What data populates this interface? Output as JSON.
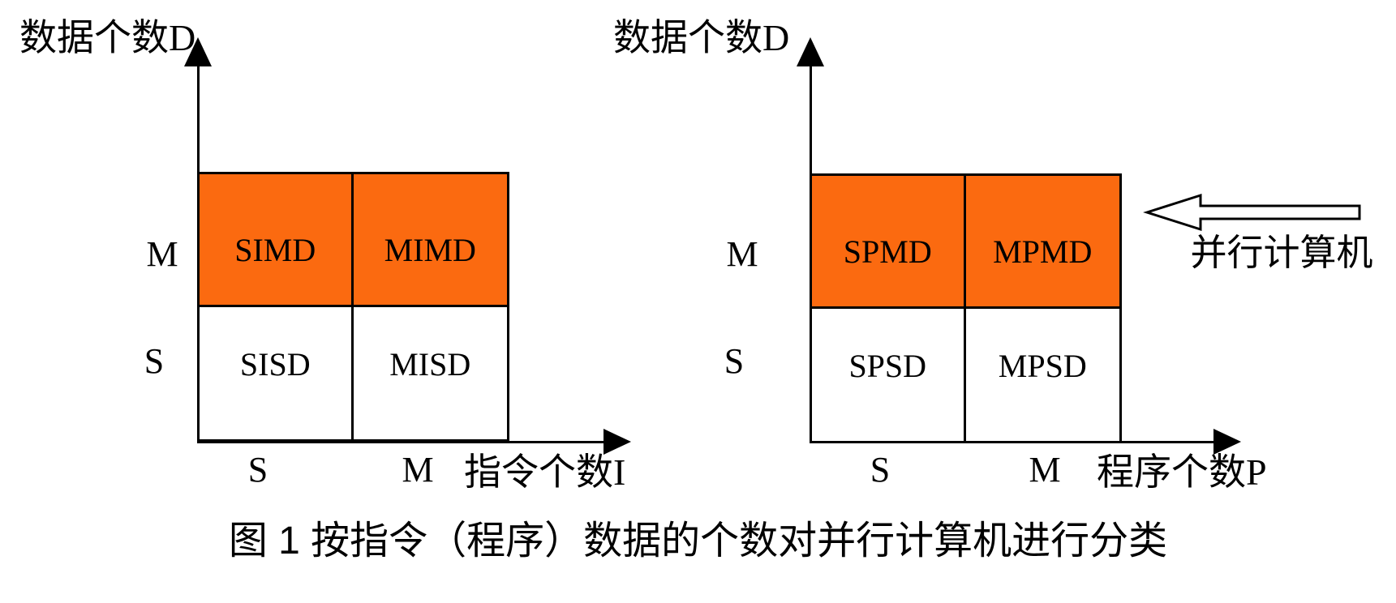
{
  "colors": {
    "highlight_orange": "#FB6A10",
    "line_black": "#000000",
    "background_white": "#FFFFFF"
  },
  "left_diagram": {
    "y_axis_label": "数据个数D",
    "x_axis_label": "指令个数I",
    "row_labels": [
      "M",
      "S"
    ],
    "col_labels": [
      "S",
      "M"
    ],
    "cells": [
      [
        "SIMD",
        "MIMD"
      ],
      [
        "SISD",
        "MISD"
      ]
    ]
  },
  "right_diagram": {
    "y_axis_label": "数据个数D",
    "x_axis_label": "程序个数P",
    "row_labels": [
      "M",
      "S"
    ],
    "col_labels": [
      "S",
      "M"
    ],
    "cells": [
      [
        "SPMD",
        "MPMD"
      ],
      [
        "SPSD",
        "MPSD"
      ]
    ]
  },
  "annotation": {
    "arrow_label": "并行计算机"
  },
  "caption": "图 1 按指令（程序）数据的个数对并行计算机进行分类"
}
